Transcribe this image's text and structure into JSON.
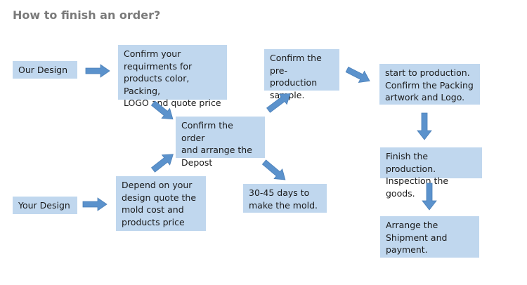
{
  "title": "How to finish an order?",
  "nodes": {
    "our_design": "Our Design",
    "your_design": "Your Design",
    "confirm_requirements": "Confirm your\nrequirments for\nproducts color, Packing,\nLOGO and quote price",
    "depend_on_design": "Depend on your\ndesign quote the\nmold cost and\nproducts price",
    "confirm_order": "Confirm the order\nand arrange the\nDepost",
    "mold_days": "30-45 days to\nmake the mold.",
    "pre_production": "Confirm the\npre-production\nsample.",
    "start_production": "start to production.\nConfirm the Packing\nartwork and Logo.",
    "finish_production": "Finish the production.\nInspection the goods.",
    "arrange_shipment": "Arrange the\nShipment and\npayment."
  },
  "colors": {
    "box_fill": "#c0d7ee",
    "arrow_fill": "#5b92cc",
    "title_text": "#7a7a7a"
  }
}
